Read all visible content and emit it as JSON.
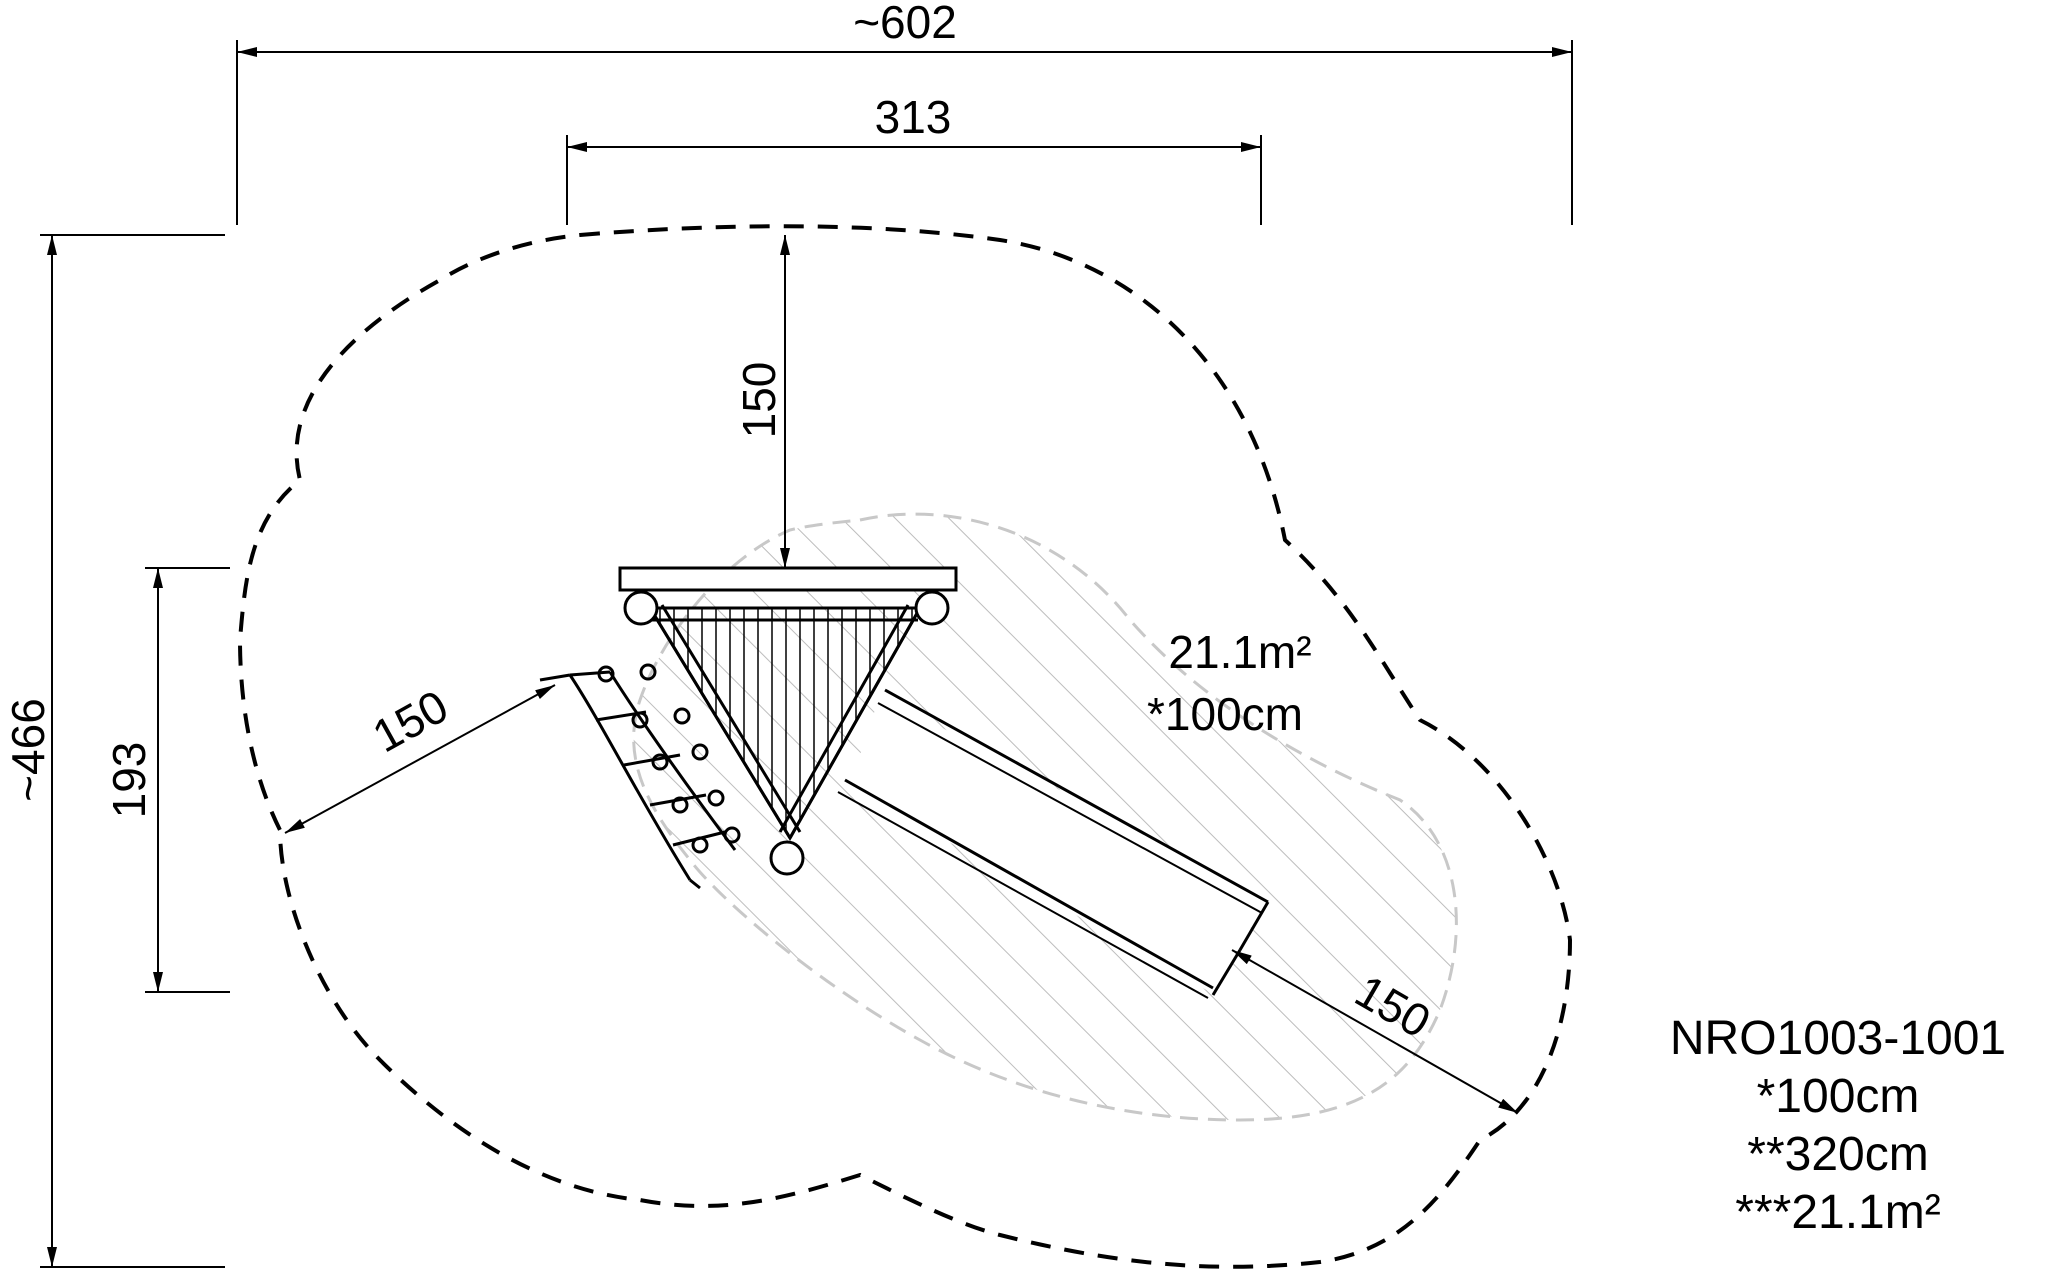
{
  "dimensions": {
    "overall_width": "~602",
    "structure_width": "313",
    "overall_height": "~466",
    "structure_height": "193",
    "clearance_top": "150",
    "clearance_left": "150",
    "clearance_slide": "150"
  },
  "area_label": {
    "area": "21.1m²",
    "fall_height": "*100cm"
  },
  "spec_block": {
    "product_code": "NRO1003-1001",
    "fall_height": "*100cm",
    "free_height": "**320cm",
    "area": "***21.1m²"
  }
}
